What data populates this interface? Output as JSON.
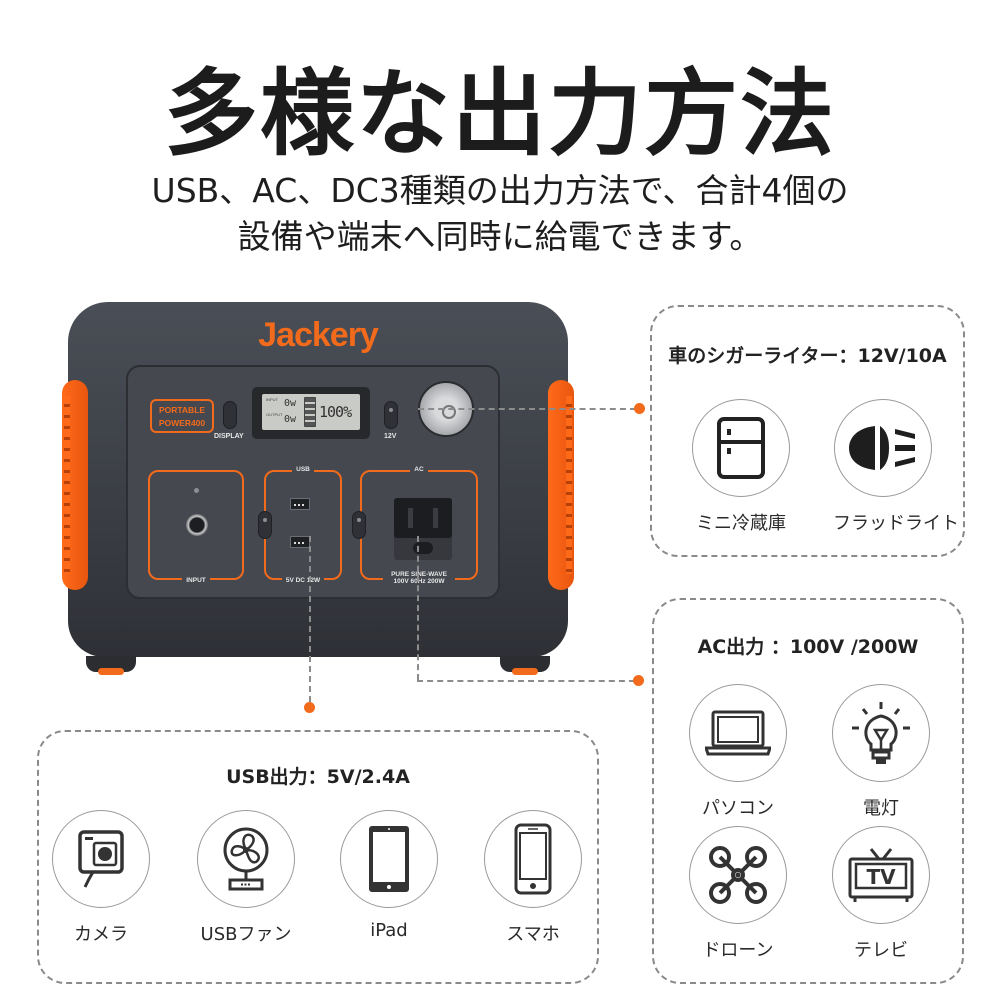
{
  "header": {
    "title": "多様な出力方法",
    "subtitle_line1": "USB、AC、DC3種類の出力方法で、合計4個の",
    "subtitle_line2": "設備や端末へ同時に給電できます。"
  },
  "device": {
    "brand": "Jackery",
    "badge_line1": "PORTABLE",
    "badge_line2": "POWER400",
    "display_button_label": "DISPLAY",
    "dc_button_label": "12V",
    "lcd": {
      "input_label": "INPUT",
      "output_label": "OUTPUT",
      "input_value": "0w",
      "output_value": "0w",
      "battery_percent": "100%"
    },
    "zones": {
      "input_label": "INPUT",
      "usb_top_label": "USB",
      "usb_bottom_label": "5V DC 12W",
      "ac_top_label": "AC",
      "ac_bottom_line1": "PURE SINE-WAVE",
      "ac_bottom_line2": "100V 60Hz 200W"
    }
  },
  "colors": {
    "accent": "#f26a1b",
    "device_body": "#3a3d44",
    "text": "#1e1e1e",
    "dashed_border": "#8a8a8a"
  },
  "cards": {
    "car_socket": {
      "title": "車のシガーライター：12V/10A",
      "items": [
        {
          "label": "ミニ冷蔵庫",
          "icon": "mini-fridge-icon"
        },
        {
          "label": "フラッドライト",
          "icon": "floodlight-icon"
        }
      ]
    },
    "ac": {
      "title": "AC出力 ：100V /200W",
      "items": [
        {
          "label": "パソコン",
          "icon": "laptop-icon"
        },
        {
          "label": "電灯",
          "icon": "light-bulb-icon"
        },
        {
          "label": "ドローン",
          "icon": "drone-icon"
        },
        {
          "label": "テレビ",
          "icon": "tv-icon"
        }
      ],
      "tv_text": "TV"
    },
    "usb": {
      "title": "USB出力：5V/2.4A",
      "items": [
        {
          "label": "カメラ",
          "icon": "camera-icon"
        },
        {
          "label": "USBファン",
          "icon": "fan-icon"
        },
        {
          "label": "iPad",
          "icon": "tablet-icon"
        },
        {
          "label": "スマホ",
          "icon": "smartphone-icon"
        }
      ]
    }
  }
}
